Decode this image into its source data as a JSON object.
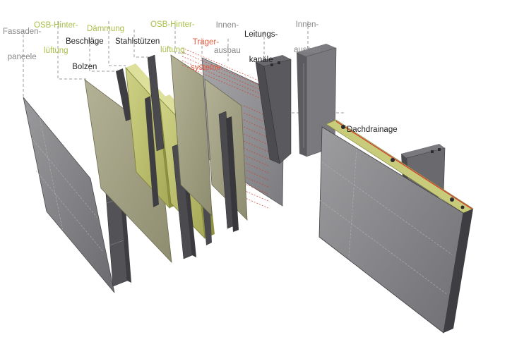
{
  "labels": {
    "fassaden": {
      "l1": "Fassaden-",
      "l2": "paneele"
    },
    "osb1": {
      "l1": "OSB-Hinter-",
      "l2": "lüftung"
    },
    "daemmung": {
      "l1": "Dämmung"
    },
    "beschlaege": {
      "l1": "Beschläge",
      "l2": "Bolzen"
    },
    "stahl": {
      "l1": "Stahlstützen"
    },
    "osb2": {
      "l1": "OSB-Hinter-",
      "l2": "lüftung"
    },
    "traeger": {
      "l1": "Träger-",
      "l2": "systeme"
    },
    "innen1": {
      "l1": "Innen-",
      "l2": "ausbau"
    },
    "leitung": {
      "l1": "Leitungs-",
      "l2": "kanäle"
    },
    "innen2": {
      "l1": "Innen-",
      "l2": "ausbau"
    },
    "dach": {
      "l1": "Dachdrainage"
    }
  },
  "colors": {
    "grey_text": "#888888",
    "dark_text": "#222222",
    "green_text": "#a8bf4a",
    "red_text": "#e05a40",
    "panel_grey": "#828285",
    "panel_dark": "#555558",
    "osb": "#a7a585",
    "insulation": "#c2c670",
    "red_lines": "#d04030"
  }
}
